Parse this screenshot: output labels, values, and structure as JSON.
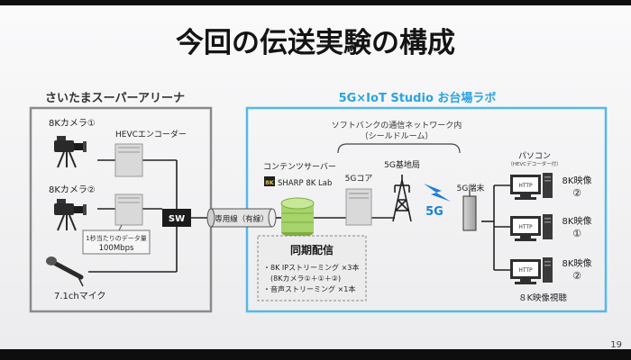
{
  "title": "今回の伝送実験の構成",
  "page_number": "19",
  "left_group": {
    "label": "さいたまスーパーアリーナ",
    "camera1": "8Kカメラ①",
    "camera2": "8Kカメラ②",
    "mic": "7.1chマイク",
    "encoder": "HEVCエンコーダー",
    "switch": "SW",
    "datarate_line1": "1秒当たりのデータ量",
    "datarate_line2": "100Mbps"
  },
  "dedicated_line": "専用線（有線）",
  "right_group": {
    "label": "5G×IoT Studio お台場ラボ",
    "network_line1": "ソフトバンクの通信ネットワーク内",
    "network_line2": "（シールドルーム）",
    "content_server": "コンテンツサーバー",
    "server_badge": "8K",
    "server_brand": "SHARP 8K Lab",
    "core": "5Gコア",
    "base_station": "5G基地局",
    "signal": "5G",
    "terminal": "5G端末",
    "pc_label": "パソコン",
    "pc_sublabel": "（HEVCデコーダー付）",
    "pc_screen": "HTTP",
    "pcs": [
      {
        "line1": "8K映像",
        "line2": "②"
      },
      {
        "line1": "8K映像",
        "line2": "①"
      },
      {
        "line1": "8K映像",
        "line2": "②"
      }
    ],
    "viewing": "８K映像視聴"
  },
  "sync": {
    "title": "同期配信",
    "items": [
      "・8K IPストリーミング ×3本",
      "　(8Kカメラ①＋①＋②)",
      "・音声ストリーミング ×1本"
    ]
  },
  "colors": {
    "slide_bg": "#f3f3f5",
    "title": "#141414",
    "right_frame": "#55b8ea",
    "right_label": "#2aa3e0",
    "left_frame": "#8a8a8a",
    "server_green": "#a6d36b",
    "signal_blue": "#1e7fd6"
  }
}
